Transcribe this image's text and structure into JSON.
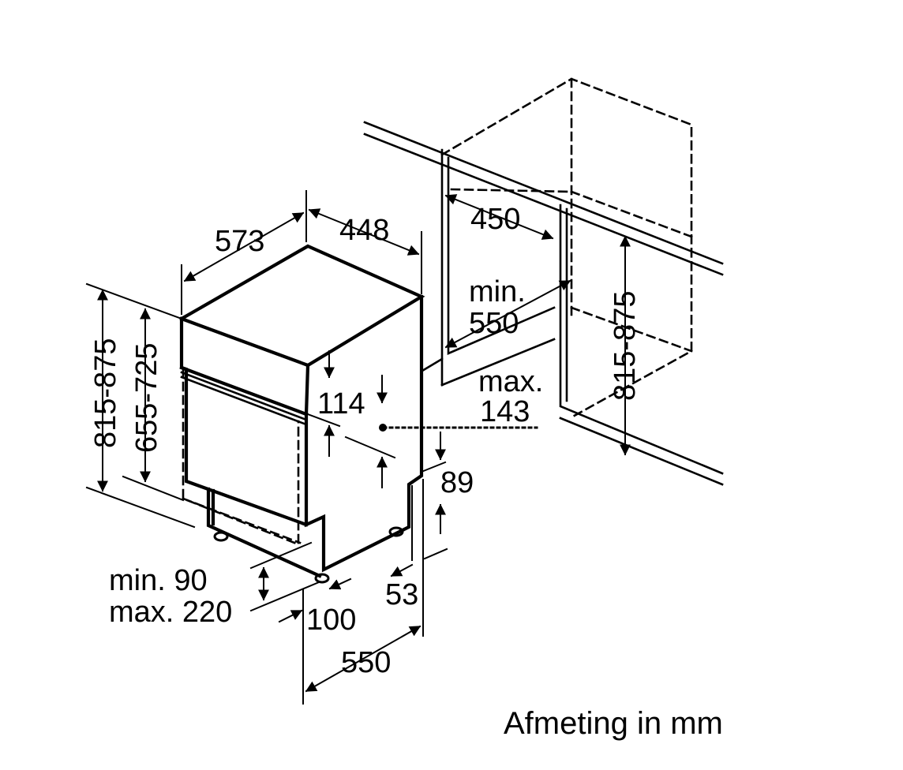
{
  "diagram": {
    "labels": {
      "depth": "573",
      "width": "448",
      "cabinet_width": "450",
      "min_label": "min.",
      "min_depth": "550",
      "max_label": "max.",
      "max_height": "143",
      "front_height": "114",
      "floor_height": "89",
      "foot_height": "53",
      "total_height": "815-875",
      "front_panel_height": "655-725",
      "niche_height": "815-875",
      "plinth_min": "min. 90",
      "plinth_max": "max. 220",
      "door_offset": "100",
      "bottom_depth": "550"
    },
    "caption": "Afmeting in mm"
  }
}
